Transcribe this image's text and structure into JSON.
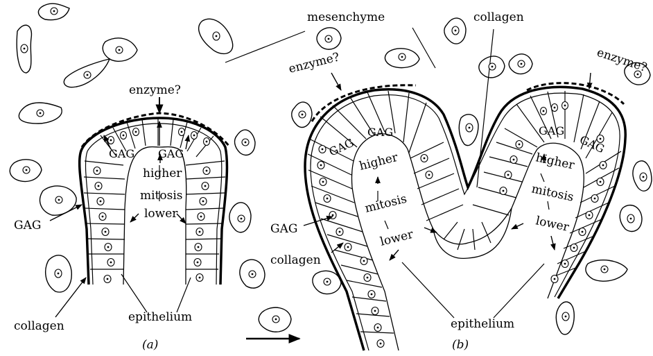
{
  "panel_a": {
    "enzyme": "enzyme?",
    "gag_left": "GAG",
    "gag_right": "GAG",
    "higher": "higher",
    "mitosis": "mitosis",
    "lower": "lower",
    "gag_side": "GAG",
    "collagen": "collagen",
    "epithelium": "epithelium",
    "caption": "(a)"
  },
  "panel_b": {
    "mesenchyme": "mesenchyme",
    "collagen_top": "collagen",
    "enzyme_left": "enzyme?",
    "enzyme_right": "enzyme?",
    "gag_1": "GAG",
    "gag_2": "GAG",
    "gag_3": "GAG",
    "gag_4": "GAG",
    "higher_left": "higher",
    "mitosis_left": "mitosis",
    "lower_left": "lower",
    "higher_right": "higher",
    "mitosis_right": "mitosis",
    "lower_right": "lower",
    "gag_side": "GAG",
    "collagen_side": "collagen",
    "epithelium": "epithelium",
    "caption": "(b)"
  }
}
